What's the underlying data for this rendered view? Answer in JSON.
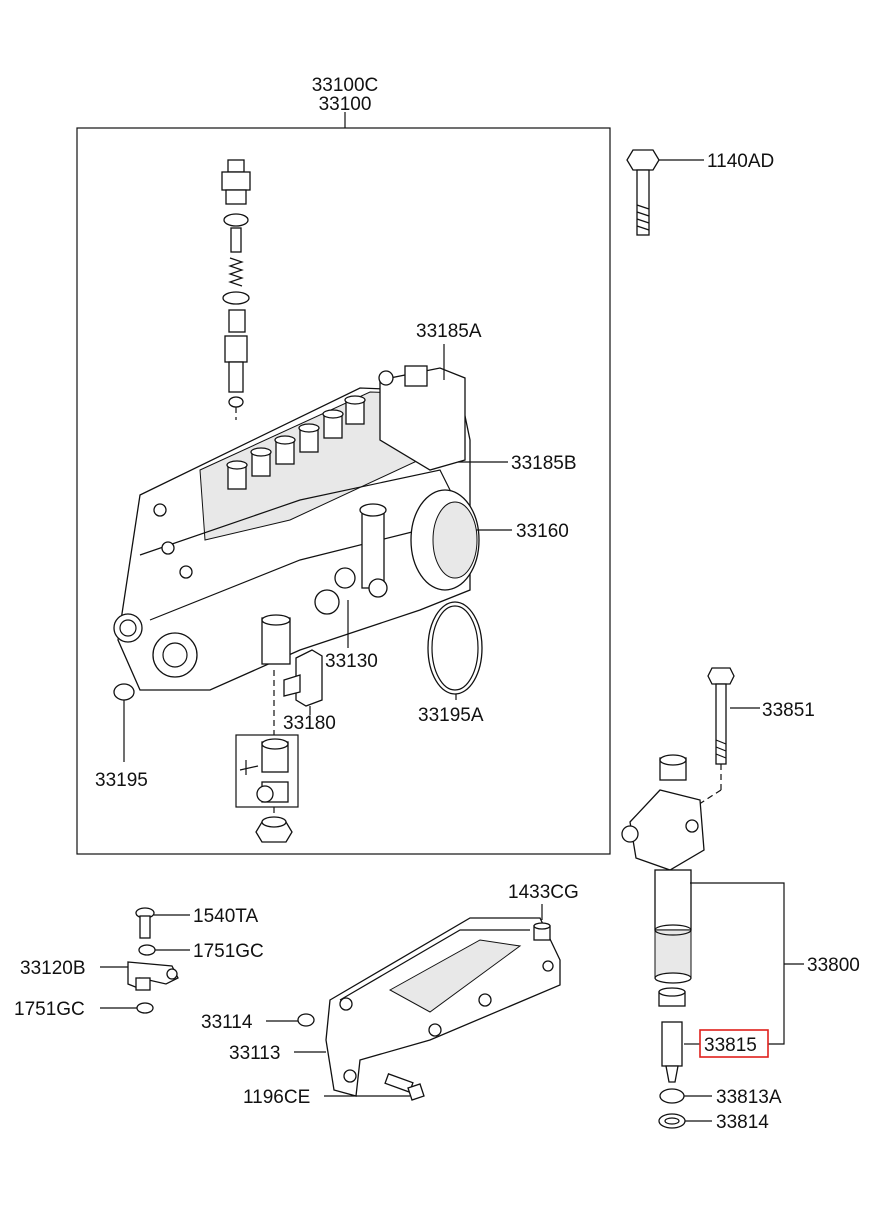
{
  "labels": {
    "p33100c": "33100C",
    "p33100": "33100",
    "p1140ad": "1140AD",
    "p33185a": "33185A",
    "p33185b": "33185B",
    "p33160": "33160",
    "p33130": "33130",
    "p33180": "33180",
    "p33195a": "33195A",
    "p33195": "33195",
    "p33851": "33851",
    "p1433cg": "1433CG",
    "p1540ta": "1540TA",
    "p1751gc_a": "1751GC",
    "p33120b": "33120B",
    "p1751gc_b": "1751GC",
    "p33114": "33114",
    "p33113": "33113",
    "p1196ce": "1196CE",
    "p33800": "33800",
    "p33815": "33815",
    "p33813a": "33813A",
    "p33814": "33814"
  },
  "highlight": {
    "part": "33815",
    "color": "#e0201c"
  }
}
